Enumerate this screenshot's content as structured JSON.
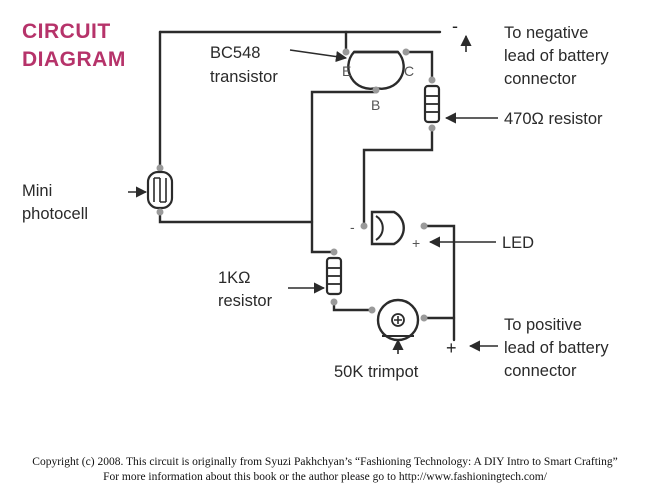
{
  "title_line1": "CIRCUIT",
  "title_line2": "DIAGRAM",
  "labels": {
    "transistor_line1": "BC548",
    "transistor_line2": "transistor",
    "pin_e": "E",
    "pin_c": "C",
    "pin_b": "B",
    "neg_sign": "-",
    "neg_line1": "To negative",
    "neg_line2": "lead of battery",
    "neg_line3": "connector",
    "resistor_470": "470Ω resistor",
    "photocell_line1": "Mini",
    "photocell_line2": "photocell",
    "led": "LED",
    "led_minus": "-",
    "led_plus": "+",
    "resistor_1k_line1": "1KΩ",
    "resistor_1k_line2": "resistor",
    "trimpot": "50K trimpot",
    "pos_sign": "+",
    "pos_line1": "To positive",
    "pos_line2": "lead of battery",
    "pos_line3": "connector"
  },
  "footer": {
    "line1": "Copyright (c) 2008. This circuit is originally from Syuzi Pakhchyan’s “Fashioning Technology: A DIY Intro to Smart Crafting”",
    "line2": "For more information about this book or the author please go to http://www.fashioningtech.com/"
  },
  "colors": {
    "title": "#b6336a",
    "wire": "#2b2b2b",
    "pin_dot": "#9a9a9a"
  }
}
